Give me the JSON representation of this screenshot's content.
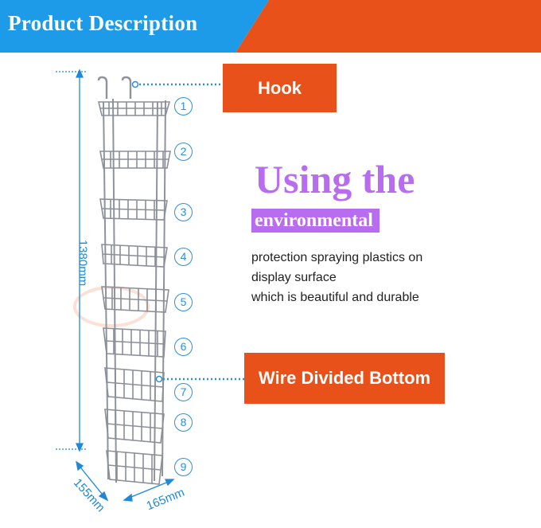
{
  "header": {
    "title": "Product Description"
  },
  "callouts": {
    "hook": "Hook",
    "wire_bottom": "Wire Divided Bottom"
  },
  "headline": {
    "main": "Using the",
    "sub": "environmental"
  },
  "description": [
    "protection spraying plastics on",
    "display surface",
    "which is beautiful and durable"
  ],
  "dimensions": {
    "height": "1380mm",
    "depth": "155mm",
    "width": "165mm"
  },
  "tiers": [
    "1",
    "2",
    "3",
    "4",
    "5",
    "6",
    "7",
    "8",
    "9"
  ],
  "colors": {
    "banner_blue": "#1e9be8",
    "banner_orange": "#e8521a",
    "accent_purple": "#b86cf0",
    "dimension_blue": "#1f88d8"
  }
}
